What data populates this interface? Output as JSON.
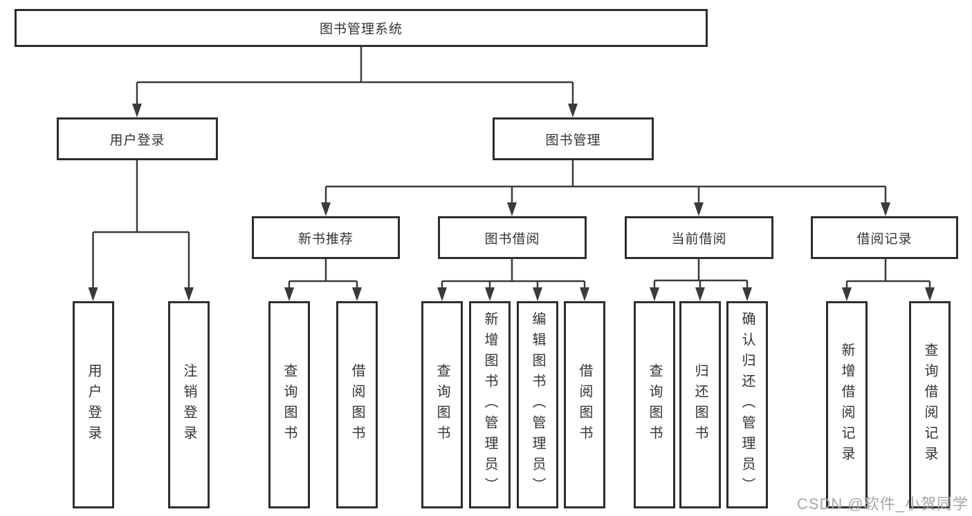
{
  "diagram": {
    "tree": {
      "root": {
        "label": "图书管理系统"
      },
      "children": [
        {
          "label": "用户登录",
          "children": [
            {
              "label": "用户登录"
            },
            {
              "label": "注销登录"
            }
          ]
        },
        {
          "label": "图书管理",
          "children": [
            {
              "label": "新书推荐",
              "children": [
                {
                  "label": "查询图书"
                },
                {
                  "label": "借阅图书"
                }
              ]
            },
            {
              "label": "图书借阅",
              "children": [
                {
                  "label": "查询图书"
                },
                {
                  "label": "新增图书（管理员）"
                },
                {
                  "label": "编辑图书（管理员）"
                },
                {
                  "label": "借阅图书"
                }
              ]
            },
            {
              "label": "当前借阅",
              "children": [
                {
                  "label": "查询图书"
                },
                {
                  "label": "归还图书"
                },
                {
                  "label": "确认归还（管理员）"
                }
              ]
            },
            {
              "label": "借阅记录",
              "children": [
                {
                  "label": "新增借阅记录"
                },
                {
                  "label": "查询借阅记录"
                }
              ]
            }
          ]
        }
      ]
    },
    "colors": {
      "line": "#3a3a3a",
      "box_border": "#2d2d2d",
      "text": "#333333",
      "background": "#ffffff",
      "watermark": "#a6a6a6"
    }
  },
  "watermark": {
    "text": "CSDN @软件_小贺同学"
  }
}
